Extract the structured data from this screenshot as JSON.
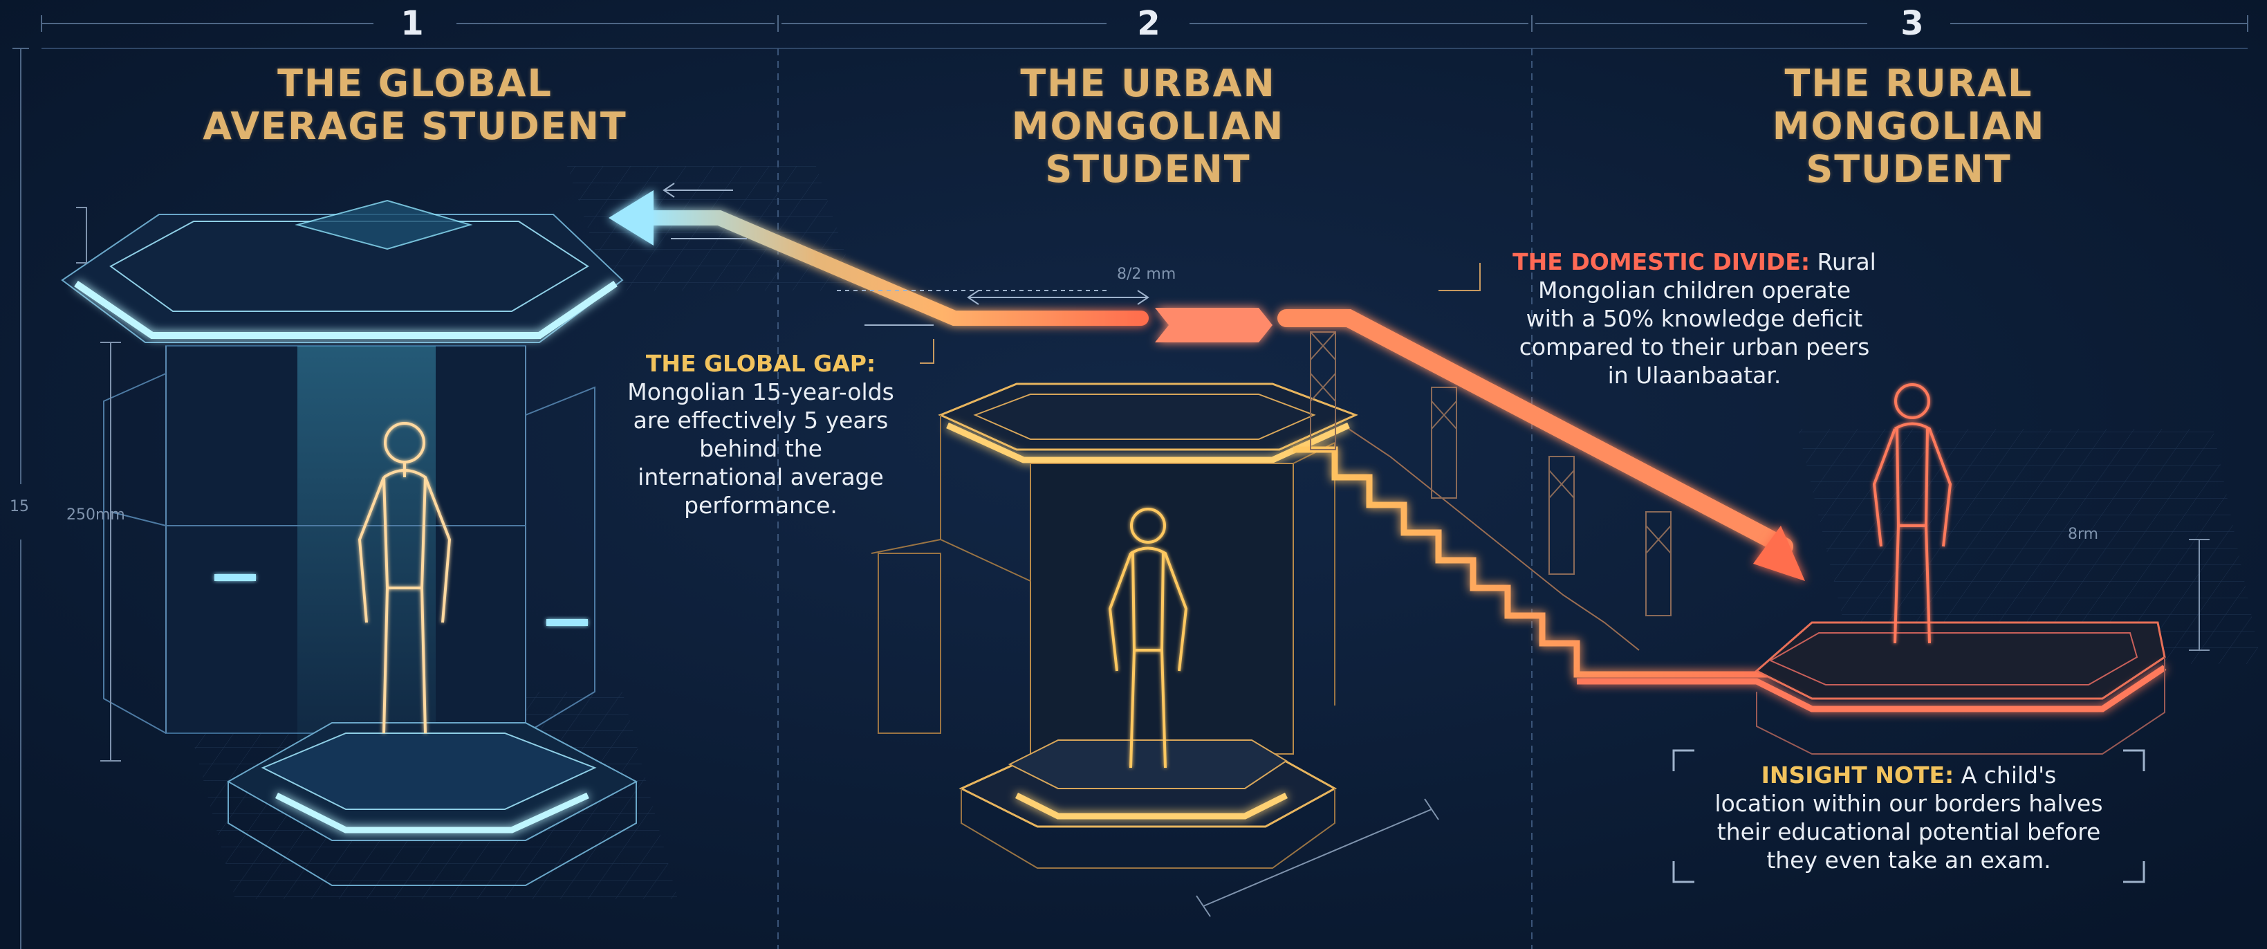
{
  "numbers": [
    "1",
    "2",
    "3"
  ],
  "side_label": "15",
  "columns": [
    {
      "title_lines": [
        "THE GLOBAL",
        "AVERAGE STUDENT"
      ]
    },
    {
      "title_lines": [
        "THE URBAN",
        "MONGOLIAN",
        "STUDENT"
      ]
    },
    {
      "title_lines": [
        "THE RURAL",
        "MONGOLIAN",
        "STUDENT"
      ]
    }
  ],
  "dimensions": {
    "height_left": "250mm",
    "span_top": "8/2 mm",
    "step_right": "8rm"
  },
  "notes": {
    "global_gap": {
      "lead": "THE GLOBAL GAP:",
      "lines": [
        "Mongolian 15-year-olds",
        "are effectively 5 years",
        "behind the",
        "international average",
        "performance."
      ]
    },
    "domestic_divide": {
      "lead": "THE DOMESTIC DIVIDE:",
      "first_rest": " Rural",
      "lines": [
        "Mongolian children operate",
        "with a 50% knowledge deficit",
        "compared to their urban peers",
        "in Ulaanbaatar."
      ]
    },
    "insight": {
      "lead": "INSIGHT NOTE:",
      "first_rest": " A child's",
      "lines": [
        "location within our borders halves",
        "their educational potential before",
        "they even take an exam."
      ]
    }
  },
  "colors": {
    "background": "#0b1a30",
    "title": "#e0b36e",
    "cyan_glow": "#8ff0ff",
    "amber_glow": "#ffc861",
    "coral_glow": "#ff7a5c",
    "lead_yellow": "#f2c35d",
    "lead_red": "#ff6a55"
  },
  "icons": [
    "human-figure-icon",
    "arrow-left-icon",
    "arrow-down-right-icon",
    "staircase-icon"
  ]
}
